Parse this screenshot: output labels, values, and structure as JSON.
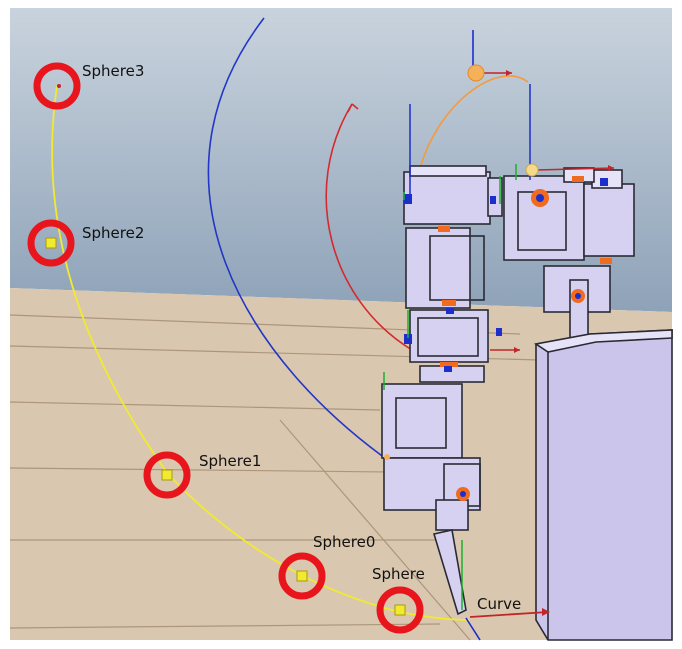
{
  "scene": {
    "labels": {
      "sphere3": "Sphere3",
      "sphere2": "Sphere2",
      "sphere1": "Sphere1",
      "sphere0": "Sphere0",
      "sphere": "Sphere",
      "curve": "Curve"
    }
  },
  "colors": {
    "sky": "#9fb2c6",
    "floor": "#d8c6ad",
    "floor_line": "#a99278",
    "curve": "#f4ee2a",
    "marker_ring": "#e8151c",
    "robot_fill": "#d6d1f0",
    "robot_edge": "#2a2a35",
    "pillar_fill": "#cfc9ee",
    "axis_x": "#c0262a",
    "axis_y": "#19b32a",
    "axis_z": "#1c2ecc",
    "orange_handle": "#f59a3c"
  }
}
